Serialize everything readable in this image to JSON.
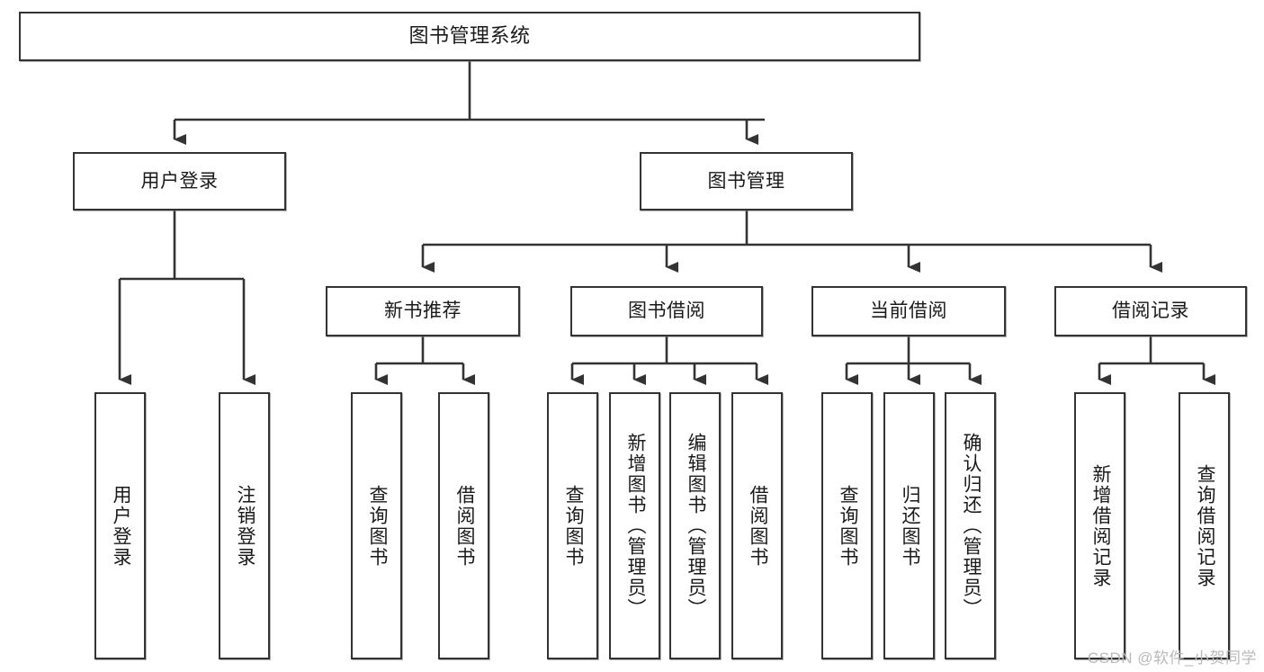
{
  "diagram": {
    "title": "图书管理系统",
    "type": "hierarchy-tree",
    "watermark": "CSDN @软件_小贺同学",
    "colors": {
      "node_border": "#333333",
      "node_fill": "#ffffff",
      "edge": "#333333",
      "text": "#1a1a1a",
      "watermark": "#b9b9b9"
    },
    "nodes": {
      "root": {
        "label": "图书管理系统"
      },
      "level2": [
        {
          "id": "user-login",
          "label": "用户登录"
        },
        {
          "id": "book-manage",
          "label": "图书管理"
        }
      ],
      "level3": [
        {
          "id": "new-book-recommend",
          "label": "新书推荐"
        },
        {
          "id": "book-borrow",
          "label": "图书借阅"
        },
        {
          "id": "current-borrow",
          "label": "当前借阅"
        },
        {
          "id": "borrow-record",
          "label": "借阅记录"
        }
      ],
      "leaves": {
        "user-login": [
          {
            "id": "leaf-user-login",
            "label": "用户登录"
          },
          {
            "id": "leaf-logout-login",
            "label": "注销登录"
          }
        ],
        "new-book-recommend": [
          {
            "id": "leaf-query-book-1",
            "label": "查询图书"
          },
          {
            "id": "leaf-borrow-book-1",
            "label": "借阅图书"
          }
        ],
        "book-borrow": [
          {
            "id": "leaf-query-book-2",
            "label": "查询图书"
          },
          {
            "id": "leaf-add-book",
            "label": "新增图书（管理员）"
          },
          {
            "id": "leaf-edit-book",
            "label": "编辑图书（管理员）"
          },
          {
            "id": "leaf-borrow-book-2",
            "label": "借阅图书"
          }
        ],
        "current-borrow": [
          {
            "id": "leaf-query-book-3",
            "label": "查询图书"
          },
          {
            "id": "leaf-return-book",
            "label": "归还图书"
          },
          {
            "id": "leaf-confirm-return",
            "label": "确认归还（管理员）"
          }
        ],
        "borrow-record": [
          {
            "id": "leaf-add-record",
            "label": "新增借阅记录"
          },
          {
            "id": "leaf-query-record",
            "label": "查询借阅记录"
          }
        ]
      }
    }
  }
}
